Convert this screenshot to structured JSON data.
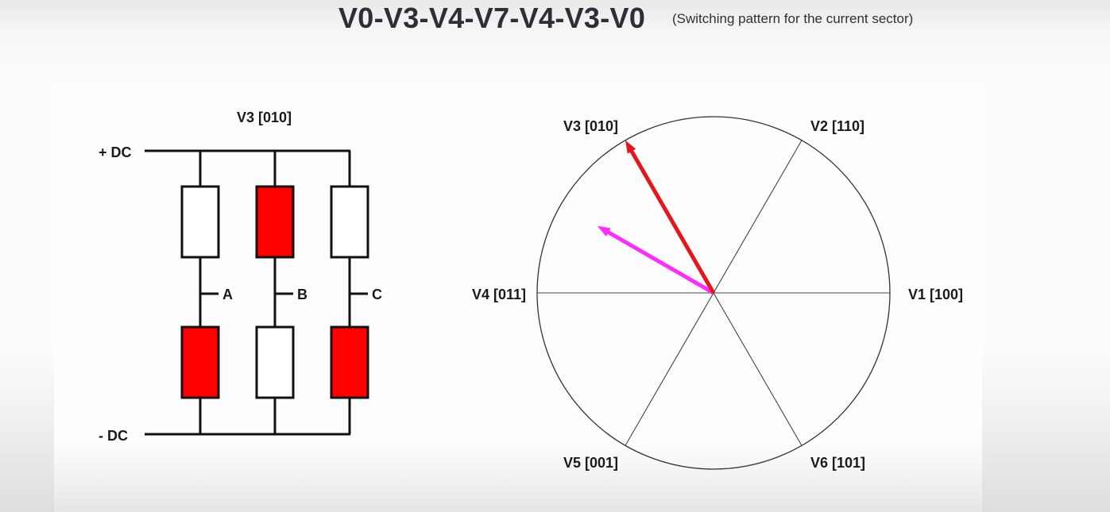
{
  "header": {
    "title": "V0-V3-V4-V7-V4-V3-V0",
    "subtitle": "(Switching pattern for the current sector)"
  },
  "inverter": {
    "state_label": "V3 [010]",
    "plus_dc": "+ DC",
    "minus_dc": "- DC",
    "phases": [
      {
        "name": "A",
        "upper_on": false,
        "lower_on": true
      },
      {
        "name": "B",
        "upper_on": true,
        "lower_on": false
      },
      {
        "name": "C",
        "upper_on": false,
        "lower_on": true
      }
    ],
    "on_color": "#ff0000",
    "off_color": "#ffffff"
  },
  "hexagon": {
    "vectors": [
      {
        "label": "V1 [100]",
        "angle_deg": 0
      },
      {
        "label": "V2 [110]",
        "angle_deg": 60
      },
      {
        "label": "V3 [010]",
        "angle_deg": 120
      },
      {
        "label": "V4 [011]",
        "angle_deg": 180
      },
      {
        "label": "V5 [001]",
        "angle_deg": 240
      },
      {
        "label": "V6 [101]",
        "angle_deg": 300
      }
    ],
    "active_vector": {
      "angle_deg": 120,
      "magnitude": 1.0,
      "color": "#e8141c"
    },
    "reference_vector": {
      "angle_deg": 150,
      "magnitude": 0.76,
      "color": "#ff2bff"
    }
  }
}
